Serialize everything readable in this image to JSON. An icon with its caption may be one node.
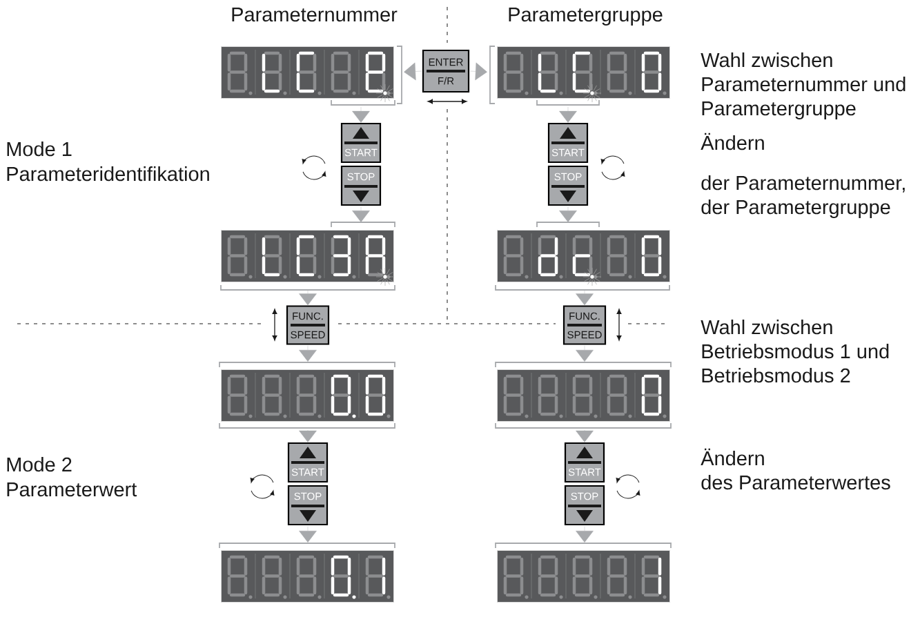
{
  "diagram": {
    "nodes": [
      {
        "text": [],
        "shape": "picture"
      },
      {
        "text": [
          "ENTER",
          "F/R"
        ]
      },
      {
        "text": [],
        "shape": "picture"
      },
      {
        "text": [
          "START"
        ]
      },
      {
        "text": [
          "STOP"
        ]
      },
      {
        "text": [
          "START"
        ]
      },
      {
        "text": [
          "STOP"
        ]
      },
      {
        "text": [],
        "shape": "picture"
      },
      {
        "text": [],
        "shape": "picture"
      },
      {
        "text": [
          "FUNC.",
          "SPEED"
        ]
      },
      {
        "text": [
          "FUNC.",
          "SPEED"
        ]
      },
      {
        "text": [],
        "shape": "picture"
      },
      {
        "text": [],
        "shape": "picture"
      },
      {
        "text": [
          "START"
        ]
      },
      {
        "text": [
          "STOP"
        ]
      },
      {
        "text": [
          "START"
        ]
      },
      {
        "text": [
          "STOP"
        ]
      },
      {
        "text": [],
        "shape": "picture"
      },
      {
        "text": [],
        "shape": "picture"
      }
    ],
    "edges": [
      {
        "from": 1,
        "to": 0,
        "arrow": "to"
      },
      {
        "from": 1,
        "to": 2,
        "arrow": "to"
      },
      {
        "from": 0,
        "to": 3,
        "arrow": "to"
      },
      {
        "from": 4,
        "to": 7,
        "arrow": "to"
      },
      {
        "from": 2,
        "to": 5,
        "arrow": "to"
      },
      {
        "from": 6,
        "to": 8,
        "arrow": "to"
      },
      {
        "from": 7,
        "to": 9,
        "arrow": "to"
      },
      {
        "from": 9,
        "to": 11,
        "arrow": "to"
      },
      {
        "from": 8,
        "to": 10,
        "arrow": "to"
      },
      {
        "from": 10,
        "to": 12,
        "arrow": "to"
      },
      {
        "from": 11,
        "to": 13,
        "arrow": "to"
      },
      {
        "from": 14,
        "to": 17,
        "arrow": "to"
      },
      {
        "from": 12,
        "to": 15,
        "arrow": "to"
      },
      {
        "from": 16,
        "to": 18,
        "arrow": "to"
      }
    ],
    "labels": [
      "Parameternummer",
      "Parametergruppe",
      "Wahl zwischen Parameternummer und Parametergruppe",
      "Mode 1",
      "Parameteridentifikation",
      "Ändern",
      "der Parameternummer, der Parametergruppe",
      "Wahl zwischen Betriebsmodus 1 und Betriebsmodus 2",
      "Mode 2",
      "Parameterwert",
      "Ändern",
      "des Parameterwertes"
    ]
  }
}
